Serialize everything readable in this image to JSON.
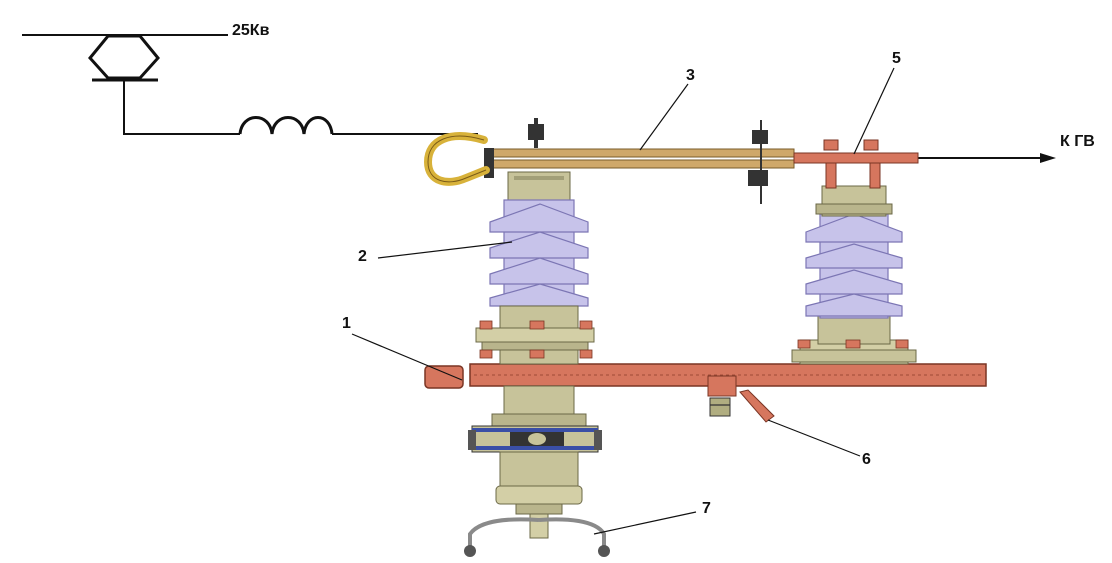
{
  "labels": {
    "voltage": "25Кв",
    "output": "К ГВ",
    "n1": "1",
    "n2": "2",
    "n3": "3",
    "n5": "5",
    "n6": "6",
    "n7": "7"
  },
  "colors": {
    "line": "#111111",
    "insulator": "#c7c3ea",
    "insulator_dark": "#8f89c4",
    "bronze": "#c7c39a",
    "bronze_dark": "#8f8b64",
    "frame": "#d6765e",
    "frame_dark": "#9e4b37",
    "rod": "#cfa86a",
    "hook": "#d8b23a",
    "bolt": "#333333",
    "clamp_blue": "#3a4fa6"
  }
}
